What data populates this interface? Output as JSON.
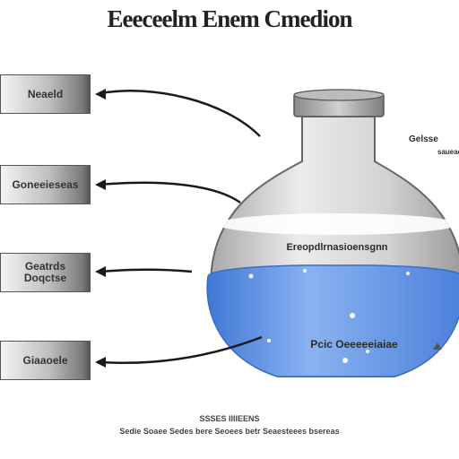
{
  "title": "Eeeceelm Enem Cmedion",
  "labels": [
    {
      "text": "Neaeld"
    },
    {
      "text": "Goneeieseas"
    },
    {
      "text": "Geatrds\nDoqctse"
    },
    {
      "text": "Giaaoele"
    }
  ],
  "flask": {
    "side_label": "Gelsse\nsaueae",
    "surface_label": "Ereopdlrnasioensgnn",
    "liquid_label": "Pcic Oeeeeeiaiae",
    "liquid_color": "#5b8fe0",
    "glass_color": "#d6d6d6"
  },
  "caption": {
    "line1": "SSSES IIIIEENS",
    "line2": "Sedie Soaee Sedes bere Seoees betr Seaesteees bsereas"
  }
}
